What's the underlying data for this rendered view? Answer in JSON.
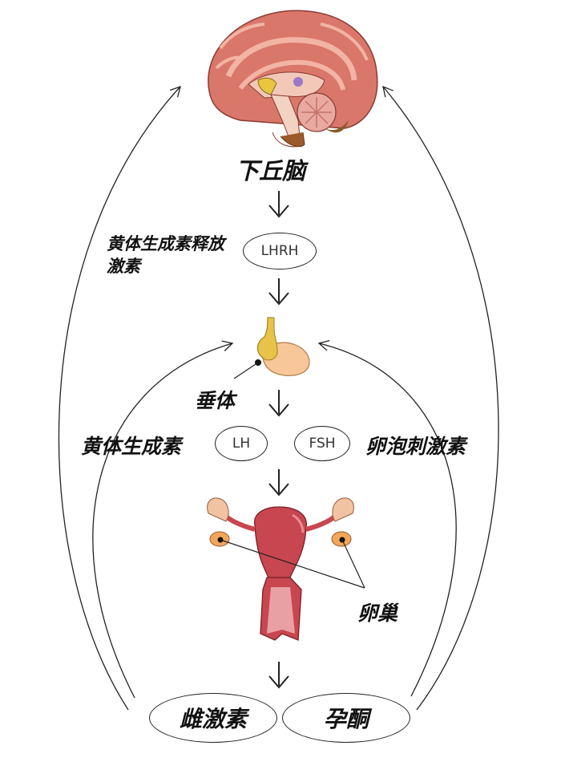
{
  "nodes": {
    "hypothalamus": "下丘脑",
    "lhrh_name": "黄体生成素释放激素",
    "lhrh_abbr": "LHRH",
    "pituitary": "垂体",
    "lh_name": "黄体生成素",
    "lh_abbr": "LH",
    "fsh_abbr": "FSH",
    "fsh_name": "卵泡刺激素",
    "ovary": "卵巢",
    "estrogen": "雌激素",
    "progesterone": "孕酮"
  },
  "colors": {
    "brain_cortex": "#d9776a",
    "brain_inner": "#f2c9b8",
    "pituitary": "#f7c79a",
    "pituitary_lobe": "#e8c34a",
    "uterus": "#c8464f",
    "ovary": "#f2a65a",
    "line": "#222222"
  }
}
